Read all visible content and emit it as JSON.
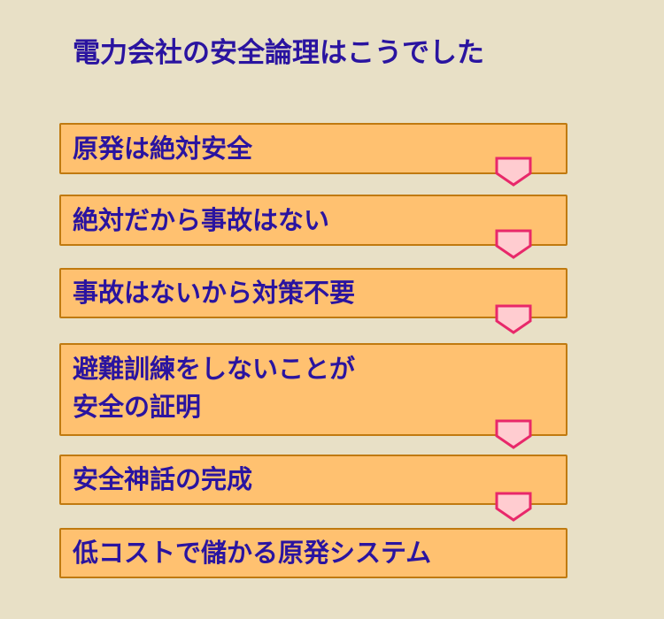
{
  "title": "電力会社の安全論理はこうでした",
  "colors": {
    "background": "#e8e0c6",
    "box_fill": "#ffc170",
    "box_border": "#c07a10",
    "text": "#2a14a0",
    "arrow_fill": "#ffccd0",
    "arrow_stroke": "#e8286a"
  },
  "steps": [
    {
      "label": "原発は絶対安全"
    },
    {
      "label": "絶対だから事故はない"
    },
    {
      "label": "事故はないから対策不要"
    },
    {
      "label": "避難訓練をしないことが\n安全の証明"
    },
    {
      "label": "安全神話の完成"
    },
    {
      "label": "低コストで儲かる原発システム"
    }
  ],
  "connectors": [
    {
      "icon": "down-arrow-icon"
    },
    {
      "icon": "down-arrow-icon"
    },
    {
      "icon": "down-arrow-icon"
    },
    {
      "icon": "down-arrow-icon"
    },
    {
      "icon": "down-arrow-icon"
    }
  ]
}
